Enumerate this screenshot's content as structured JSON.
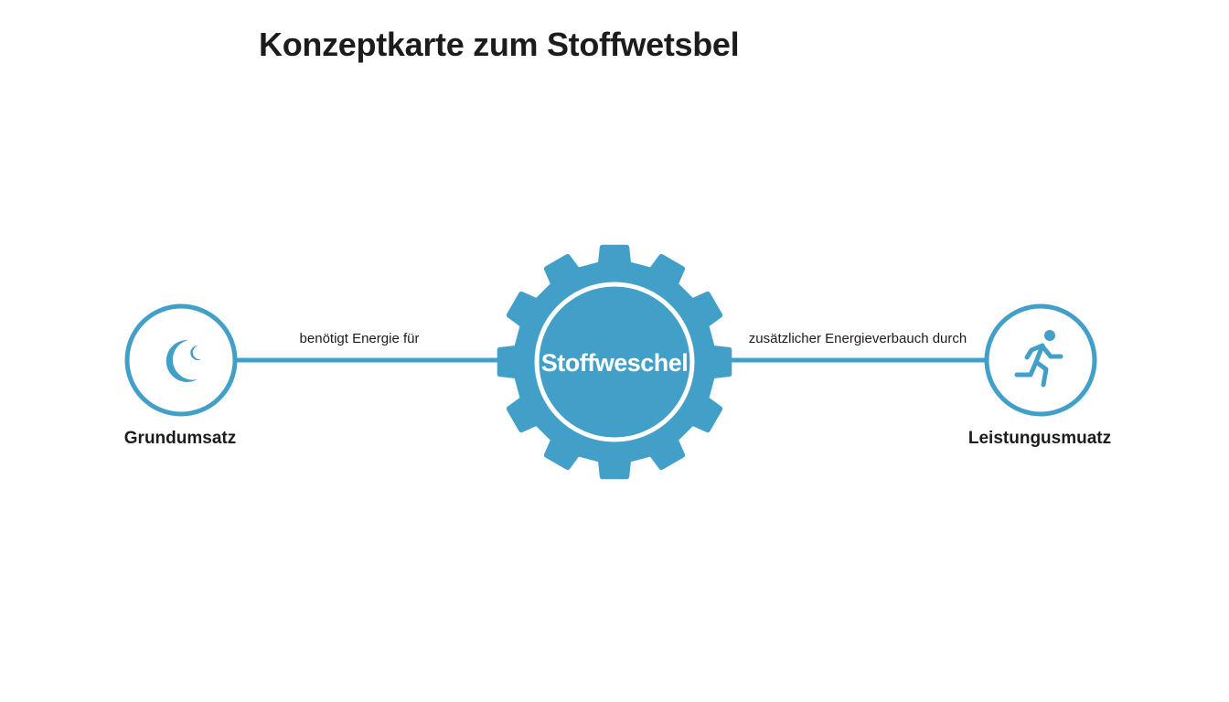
{
  "title": "Konzeptkarte zum Stoffwetsbel",
  "colors": {
    "accent": "#42a0c8",
    "text": "#1c1c1c",
    "background": "#ffffff"
  },
  "center_node": {
    "label": "Stoffweschel",
    "icon": "gear-icon"
  },
  "left_node": {
    "label": "Grundumsatz",
    "icon": "moon-icon"
  },
  "right_node": {
    "label": "Leistungusmuatz",
    "icon": "running-person-icon"
  },
  "edges": {
    "left": "benötigt Energie für",
    "right": "zusätzlicher Energieverbauch durch"
  }
}
